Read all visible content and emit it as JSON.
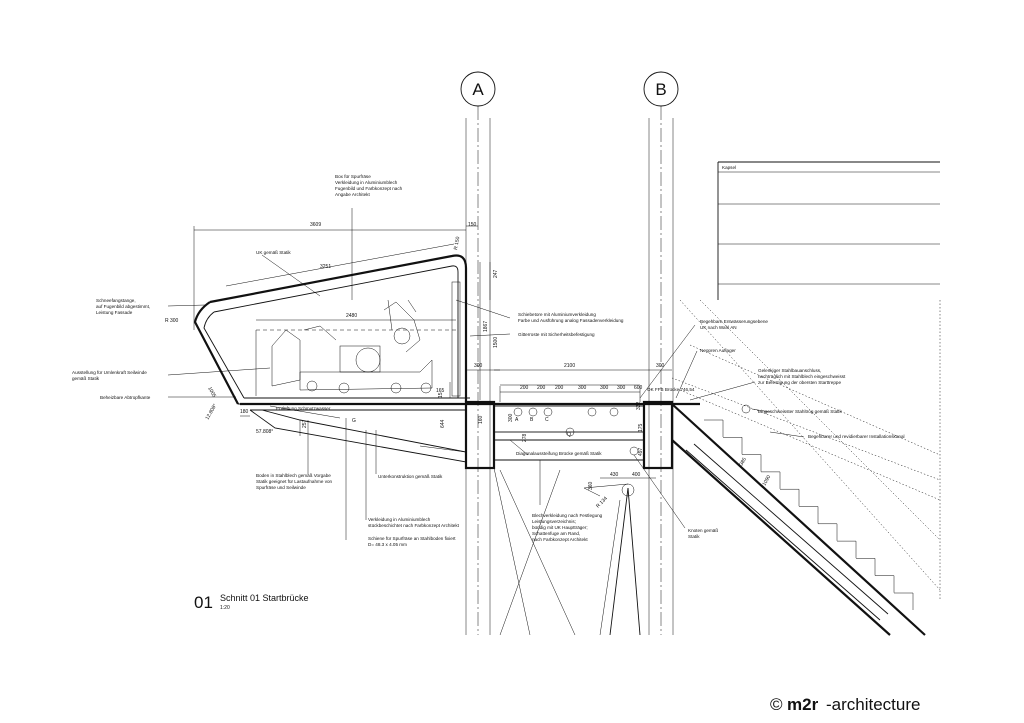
{
  "axes": {
    "a": "A",
    "b": "B"
  },
  "title": {
    "number": "01",
    "name": "Schnitt 01 Startbrücke",
    "scale": "1:20"
  },
  "brand": {
    "copyright": "©",
    "mark": "m2r",
    "suffix": "-architecture"
  },
  "annotations": {
    "box_spurfraese": [
      "Box für Spurfräse",
      "Verkleidung in Aluminiumblech",
      "Fugenbild und Farbkonzept nach",
      "Angabe Architekt"
    ],
    "uk_statik": "UK gemäß Statik",
    "schneefang": [
      "Schneefangstange,",
      "auf Fugenbild abgestimmt,",
      "Leistung Fassade"
    ],
    "ausstellung": [
      "Ausstellung für Umlenkraft Seilwinde",
      "gemäß Statik"
    ],
    "abtropfkante": "Beheizbare Abtropfkante",
    "entlueftung": "Entlüftung Schmutzwasser",
    "schiebetore": [
      "Schiebetore mit Aluminiumverkleidung",
      "Farbe und Ausführung analog Fassadenverkleidung"
    ],
    "gitterroste": "Gitterroste mit Sicherheitsbefestigung",
    "entwaesserung": [
      "Begehbare Entwässerungsebene",
      "UK nach Wahl AN"
    ],
    "neopren": "Neopren Auflager",
    "ok_ffb": "OK FFB Brücke 746,54",
    "gelenk": [
      "Gelenkiger Stahlbauanschluss,",
      "nachträglich mit Stahlblech eingeschweisst",
      "zur Befestigung der obersten Starttreppe"
    ],
    "stahltrog": "Eingeschweisster Stahltrog gemäß Statik",
    "installationskanal": "Begehbarer und revidierbarer Installationskanal",
    "kapsel": "Kapsel",
    "diagonal": "Diagonalaussteifung Brücke gemäß Statik",
    "boden": [
      "Boden in Stahlblech gemäß Vorgabe",
      "Statik geeignet für Lastaufnahme von",
      "Spurfräse und Seilwinde"
    ],
    "unterkonstruktion": "Unterkonstruktion gemäß Statik",
    "verkleidung": [
      "Verkleidung in Aluminiumblech",
      "stückbeschichtet nach Farbkonzept Architekt"
    ],
    "schiene": [
      "Schiene für Spurfräse an Stahlboden fixiert",
      "D= 48.3 x 4.05 mm"
    ],
    "blechverkleidung": [
      "Blechverkleidung nach Festlegung",
      "Leistungsverzeichnis;",
      "bündig mit UK Hauptträger;",
      "Schattenfuge am Rand,",
      "nach Farbkonzept Architekt"
    ],
    "knoten": [
      "Knoten gemäß",
      "Statik"
    ]
  },
  "dimensions": {
    "d3609": "3609",
    "d150": "150",
    "d3251": "3251",
    "d2480": "2480",
    "d247": "247",
    "d1867": "1867",
    "d1500": "1500",
    "d300a": "300",
    "d2100": "2100",
    "d300b": "300",
    "d200a": "200",
    "d200b": "200",
    "d200c": "200",
    "d300c": "300",
    "d300d": "300",
    "d300e": "300",
    "d600": "600",
    "d165": "165",
    "d15": "15",
    "d180": "180",
    "d257": "257",
    "d644": "644",
    "d160": "160",
    "d300f": "300",
    "d175": "175",
    "d322": "322",
    "d497": "497",
    "d278": "278",
    "d430": "430",
    "d400": "400",
    "d360": "360",
    "d134": "R 134",
    "d385": "385",
    "d1090": "1090",
    "d1005": "1005",
    "r150": "R 150",
    "r300": "R 300",
    "ang1": "57.808°",
    "ang2": "12.808°",
    "mA": "A",
    "mB": "B",
    "mC": "C",
    "mG": "G",
    "mQ": "Q"
  }
}
